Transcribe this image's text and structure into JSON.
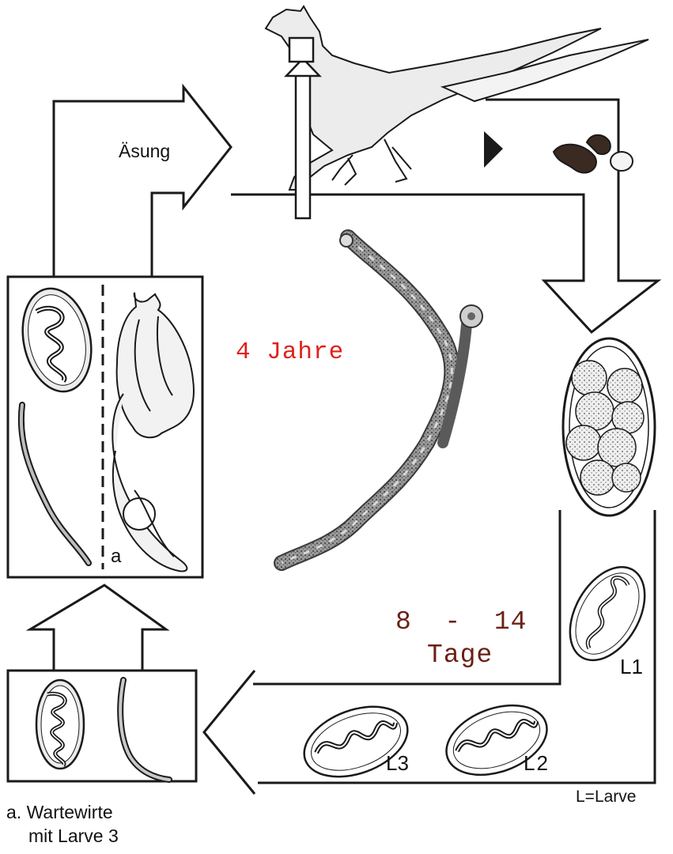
{
  "labels": {
    "feed": "Äsung",
    "duration_host": "4 Jahre",
    "duration_dev_range": "8  -  14",
    "duration_dev_unit": "Tage",
    "stage_l1": "L1",
    "stage_l2": "L2",
    "stage_l3": "L3",
    "panel_marker": "a",
    "legend_larva": "L=Larve",
    "footnote_line1": "a. Wartewirte",
    "footnote_line2": "mit Larve 3"
  },
  "colors": {
    "accent_red": "#e0211b",
    "accent_brown": "#6b1f14",
    "line": "#1a1a1a",
    "fill_light": "#ececec"
  }
}
